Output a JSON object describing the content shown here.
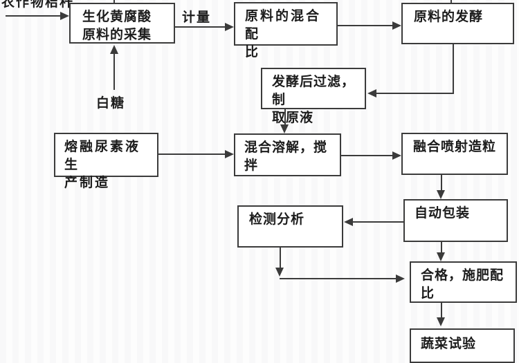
{
  "diagram": {
    "type": "flowchart",
    "colors": {
      "background": "#fdfdfd",
      "line": "#3b3b3b",
      "box_fill": "#ffffff",
      "text": "#1c1c1c"
    },
    "nodes": {
      "caiji": "生化黄腐酸\n原料的采集",
      "peibi": "原料的混合配\n比",
      "fajiao": "原料的发酵",
      "guolv": "发酵后过滤，制\n取原液",
      "niaosu": "熔融尿素液生\n产制造",
      "hunhe": "混合溶解，搅拌",
      "zaoli": "融合喷射造粒",
      "jiance": "检测分析",
      "baozhuang": "自动包装",
      "hege": "合格，施肥配比",
      "shucai": "蔬菜试验"
    },
    "edge_labels": {
      "jiegan": "农作物秸秆",
      "jiliang": "计量",
      "baitang": "白糖"
    }
  }
}
